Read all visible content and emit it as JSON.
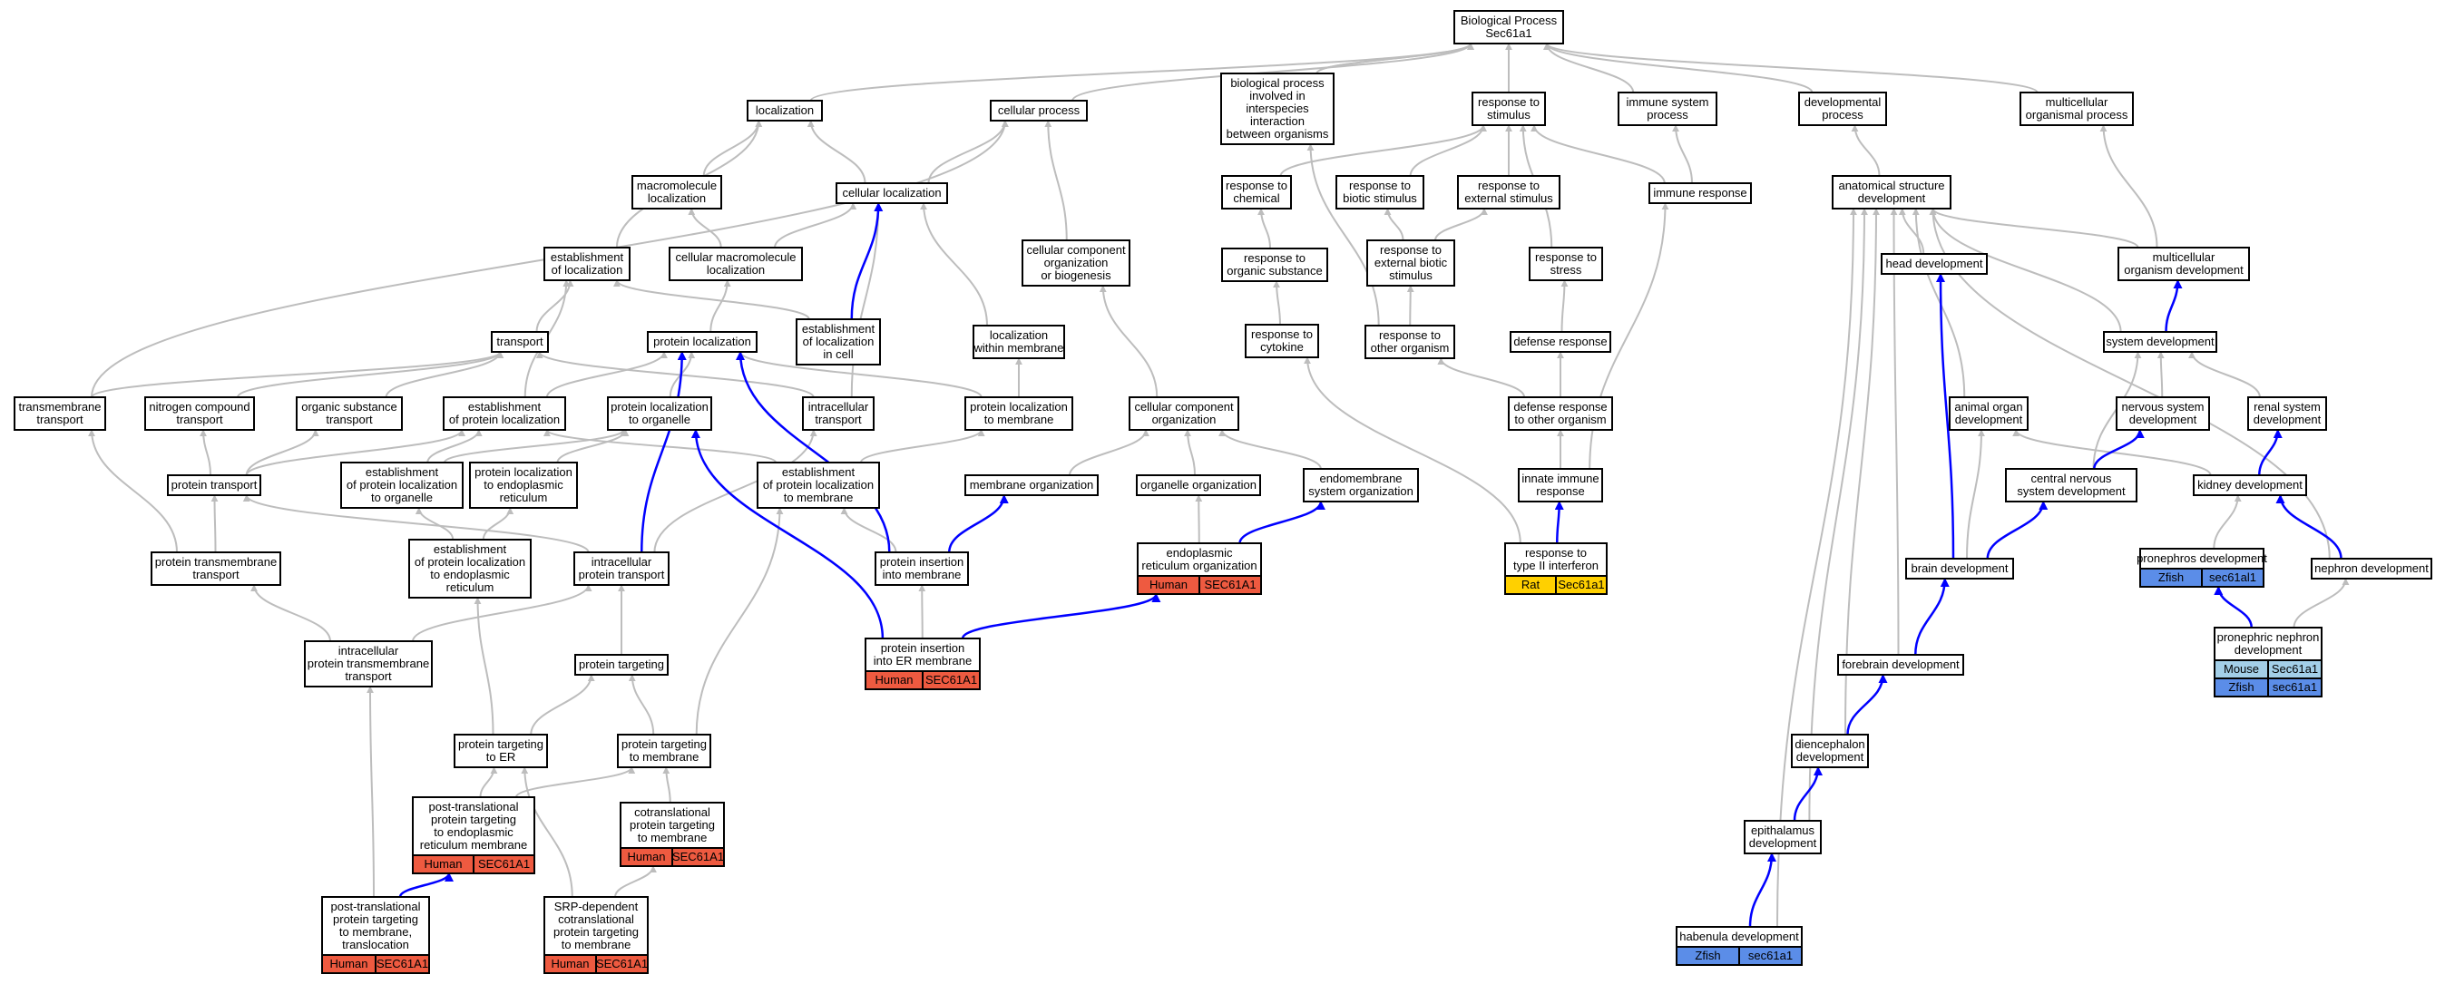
{
  "colors": {
    "Human": "#ee5a40",
    "Rat": "#ffd000",
    "Zfish": "#5b8de8",
    "Mouse": "#a3cfe8",
    "gray_edge": "#bdbdbd",
    "blue_edge": "#0000ff"
  },
  "nodes": [
    {
      "id": "bp",
      "lines": [
        "Biological Process",
        "Sec61a1"
      ]
    },
    {
      "id": "localization",
      "lines": [
        "localization"
      ]
    },
    {
      "id": "cellular_process",
      "lines": [
        "cellular process"
      ]
    },
    {
      "id": "bp_interspecies",
      "lines": [
        "biological process",
        "involved in",
        "interspecies",
        "interaction",
        "between organisms"
      ]
    },
    {
      "id": "resp_stimulus",
      "lines": [
        "response to",
        "stimulus"
      ]
    },
    {
      "id": "immune_sys_proc",
      "lines": [
        "immune system",
        "process"
      ]
    },
    {
      "id": "dev_proc",
      "lines": [
        "developmental",
        "process"
      ]
    },
    {
      "id": "multicell_proc",
      "lines": [
        "multicellular",
        "organismal process"
      ]
    },
    {
      "id": "macromol_loc",
      "lines": [
        "macromolecule",
        "localization"
      ]
    },
    {
      "id": "cell_loc",
      "lines": [
        "cellular localization"
      ]
    },
    {
      "id": "resp_chem",
      "lines": [
        "response to",
        "chemical"
      ]
    },
    {
      "id": "resp_biotic",
      "lines": [
        "response to",
        "biotic stimulus"
      ]
    },
    {
      "id": "resp_external",
      "lines": [
        "response to",
        "external stimulus"
      ]
    },
    {
      "id": "immune_resp",
      "lines": [
        "immune response"
      ]
    },
    {
      "id": "anat_dev",
      "lines": [
        "anatomical structure",
        "development"
      ]
    },
    {
      "id": "estab_loc",
      "lines": [
        "establishment",
        "of localization"
      ]
    },
    {
      "id": "cell_macromol_loc",
      "lines": [
        "cellular macromolecule",
        "localization"
      ]
    },
    {
      "id": "cc_org_biogen",
      "lines": [
        "cellular component",
        "organization",
        "or biogenesis"
      ]
    },
    {
      "id": "resp_organic",
      "lines": [
        "response to",
        "organic substance"
      ]
    },
    {
      "id": "resp_ext_biotic",
      "lines": [
        "response to",
        "external biotic",
        "stimulus"
      ]
    },
    {
      "id": "resp_stress",
      "lines": [
        "response to",
        "stress"
      ]
    },
    {
      "id": "head_dev",
      "lines": [
        "head development"
      ]
    },
    {
      "id": "multicell_org_dev",
      "lines": [
        "multicellular",
        "organism development"
      ]
    },
    {
      "id": "transport",
      "lines": [
        "transport"
      ]
    },
    {
      "id": "protein_loc",
      "lines": [
        "protein localization"
      ]
    },
    {
      "id": "estab_loc_cell",
      "lines": [
        "establishment",
        "of localization",
        "in cell"
      ]
    },
    {
      "id": "loc_within_membrane",
      "lines": [
        "localization",
        "within membrane"
      ]
    },
    {
      "id": "resp_cytokine",
      "lines": [
        "response to",
        "cytokine"
      ]
    },
    {
      "id": "resp_other_org",
      "lines": [
        "response to",
        "other organism"
      ]
    },
    {
      "id": "defense_resp",
      "lines": [
        "defense response"
      ]
    },
    {
      "id": "system_dev",
      "lines": [
        "system development"
      ]
    },
    {
      "id": "transmembrane_transport",
      "lines": [
        "transmembrane",
        "transport"
      ]
    },
    {
      "id": "nitrogen_transport",
      "lines": [
        "nitrogen compound",
        "transport"
      ]
    },
    {
      "id": "organic_transport",
      "lines": [
        "organic substance",
        "transport"
      ]
    },
    {
      "id": "estab_protein_loc",
      "lines": [
        "establishment",
        "of protein localization"
      ]
    },
    {
      "id": "protein_loc_organelle",
      "lines": [
        "protein localization",
        "to organelle"
      ]
    },
    {
      "id": "intracellular_transport",
      "lines": [
        "intracellular",
        "transport"
      ]
    },
    {
      "id": "protein_loc_membrane",
      "lines": [
        "protein localization",
        "to membrane"
      ]
    },
    {
      "id": "cc_org",
      "lines": [
        "cellular component",
        "organization"
      ]
    },
    {
      "id": "defense_other_org",
      "lines": [
        "defense response",
        "to other organism"
      ]
    },
    {
      "id": "animal_organ_dev",
      "lines": [
        "animal organ",
        "development"
      ]
    },
    {
      "id": "nervous_sys_dev",
      "lines": [
        "nervous system",
        "development"
      ]
    },
    {
      "id": "renal_sys_dev",
      "lines": [
        "renal system",
        "development"
      ]
    },
    {
      "id": "protein_transport",
      "lines": [
        "protein transport"
      ]
    },
    {
      "id": "estab_protein_loc_organelle",
      "lines": [
        "establishment",
        "of protein localization",
        "to organelle"
      ]
    },
    {
      "id": "protein_loc_er",
      "lines": [
        "protein localization",
        "to endoplasmic",
        "reticulum"
      ]
    },
    {
      "id": "estab_protein_loc_membrane",
      "lines": [
        "establishment",
        "of protein localization",
        "to membrane"
      ]
    },
    {
      "id": "membrane_org",
      "lines": [
        "membrane organization"
      ]
    },
    {
      "id": "organelle_org",
      "lines": [
        "organelle organization"
      ]
    },
    {
      "id": "endomembrane_org",
      "lines": [
        "endomembrane",
        "system organization"
      ]
    },
    {
      "id": "innate_immune",
      "lines": [
        "innate immune",
        "response"
      ]
    },
    {
      "id": "cns_dev",
      "lines": [
        "central nervous",
        "system development"
      ]
    },
    {
      "id": "kidney_dev",
      "lines": [
        "kidney development"
      ]
    },
    {
      "id": "protein_tm_transport",
      "lines": [
        "protein transmembrane",
        "transport"
      ]
    },
    {
      "id": "estab_protein_loc_er",
      "lines": [
        "establishment",
        "of protein localization",
        "to endoplasmic",
        "reticulum"
      ]
    },
    {
      "id": "intracell_protein_transport",
      "lines": [
        "intracellular",
        "protein transport"
      ]
    },
    {
      "id": "protein_insertion_membrane",
      "lines": [
        "protein insertion",
        "into membrane"
      ]
    },
    {
      "id": "er_org",
      "lines": [
        "endoplasmic",
        "reticulum organization"
      ],
      "ann": [
        [
          "Human",
          "SEC61A1"
        ]
      ]
    },
    {
      "id": "resp_type2_ifn",
      "lines": [
        "response to",
        "type II interferon"
      ],
      "ann": [
        [
          "Rat",
          "Sec61a1"
        ]
      ]
    },
    {
      "id": "brain_dev",
      "lines": [
        "brain development"
      ]
    },
    {
      "id": "pronephros_dev",
      "lines": [
        "pronephros development"
      ],
      "ann": [
        [
          "Zfish",
          "sec61al1"
        ]
      ]
    },
    {
      "id": "nephron_dev",
      "lines": [
        "nephron development"
      ]
    },
    {
      "id": "intracell_protein_tm_transport",
      "lines": [
        "intracellular",
        "protein transmembrane",
        "transport"
      ]
    },
    {
      "id": "protein_targeting",
      "lines": [
        "protein targeting"
      ]
    },
    {
      "id": "protein_insertion_er",
      "lines": [
        "protein insertion",
        "into ER membrane"
      ],
      "ann": [
        [
          "Human",
          "SEC61A1"
        ]
      ]
    },
    {
      "id": "pronephric_nephron_dev",
      "lines": [
        "pronephric nephron",
        "development"
      ],
      "ann": [
        [
          "Mouse",
          "Sec61a1"
        ],
        [
          "Zfish",
          "sec61a1"
        ]
      ]
    },
    {
      "id": "forebrain_dev",
      "lines": [
        "forebrain development"
      ]
    },
    {
      "id": "protein_targeting_er",
      "lines": [
        "protein targeting",
        "to ER"
      ]
    },
    {
      "id": "protein_targeting_membrane",
      "lines": [
        "protein targeting",
        "to membrane"
      ]
    },
    {
      "id": "diencephalon_dev",
      "lines": [
        "diencephalon",
        "development"
      ]
    },
    {
      "id": "posttrans_targeting_er",
      "lines": [
        "post-translational",
        "protein targeting",
        "to endoplasmic",
        "reticulum membrane"
      ],
      "ann": [
        [
          "Human",
          "SEC61A1"
        ]
      ]
    },
    {
      "id": "cotrans_targeting",
      "lines": [
        "cotranslational",
        "protein targeting",
        "to membrane"
      ],
      "ann": [
        [
          "Human",
          "SEC61A1"
        ]
      ]
    },
    {
      "id": "epithalamus_dev",
      "lines": [
        "epithalamus",
        "development"
      ]
    },
    {
      "id": "posttrans_translocation",
      "lines": [
        "post-translational",
        "protein targeting",
        "to membrane,",
        "translocation"
      ],
      "ann": [
        [
          "Human",
          "SEC61A1"
        ]
      ]
    },
    {
      "id": "srp_cotrans",
      "lines": [
        "SRP-dependent",
        "cotranslational",
        "protein targeting",
        "to membrane"
      ],
      "ann": [
        [
          "Human",
          "SEC61A1"
        ]
      ]
    },
    {
      "id": "habenula_dev",
      "lines": [
        "habenula development"
      ],
      "ann": [
        [
          "Zfish",
          "sec61a1"
        ]
      ]
    }
  ]
}
